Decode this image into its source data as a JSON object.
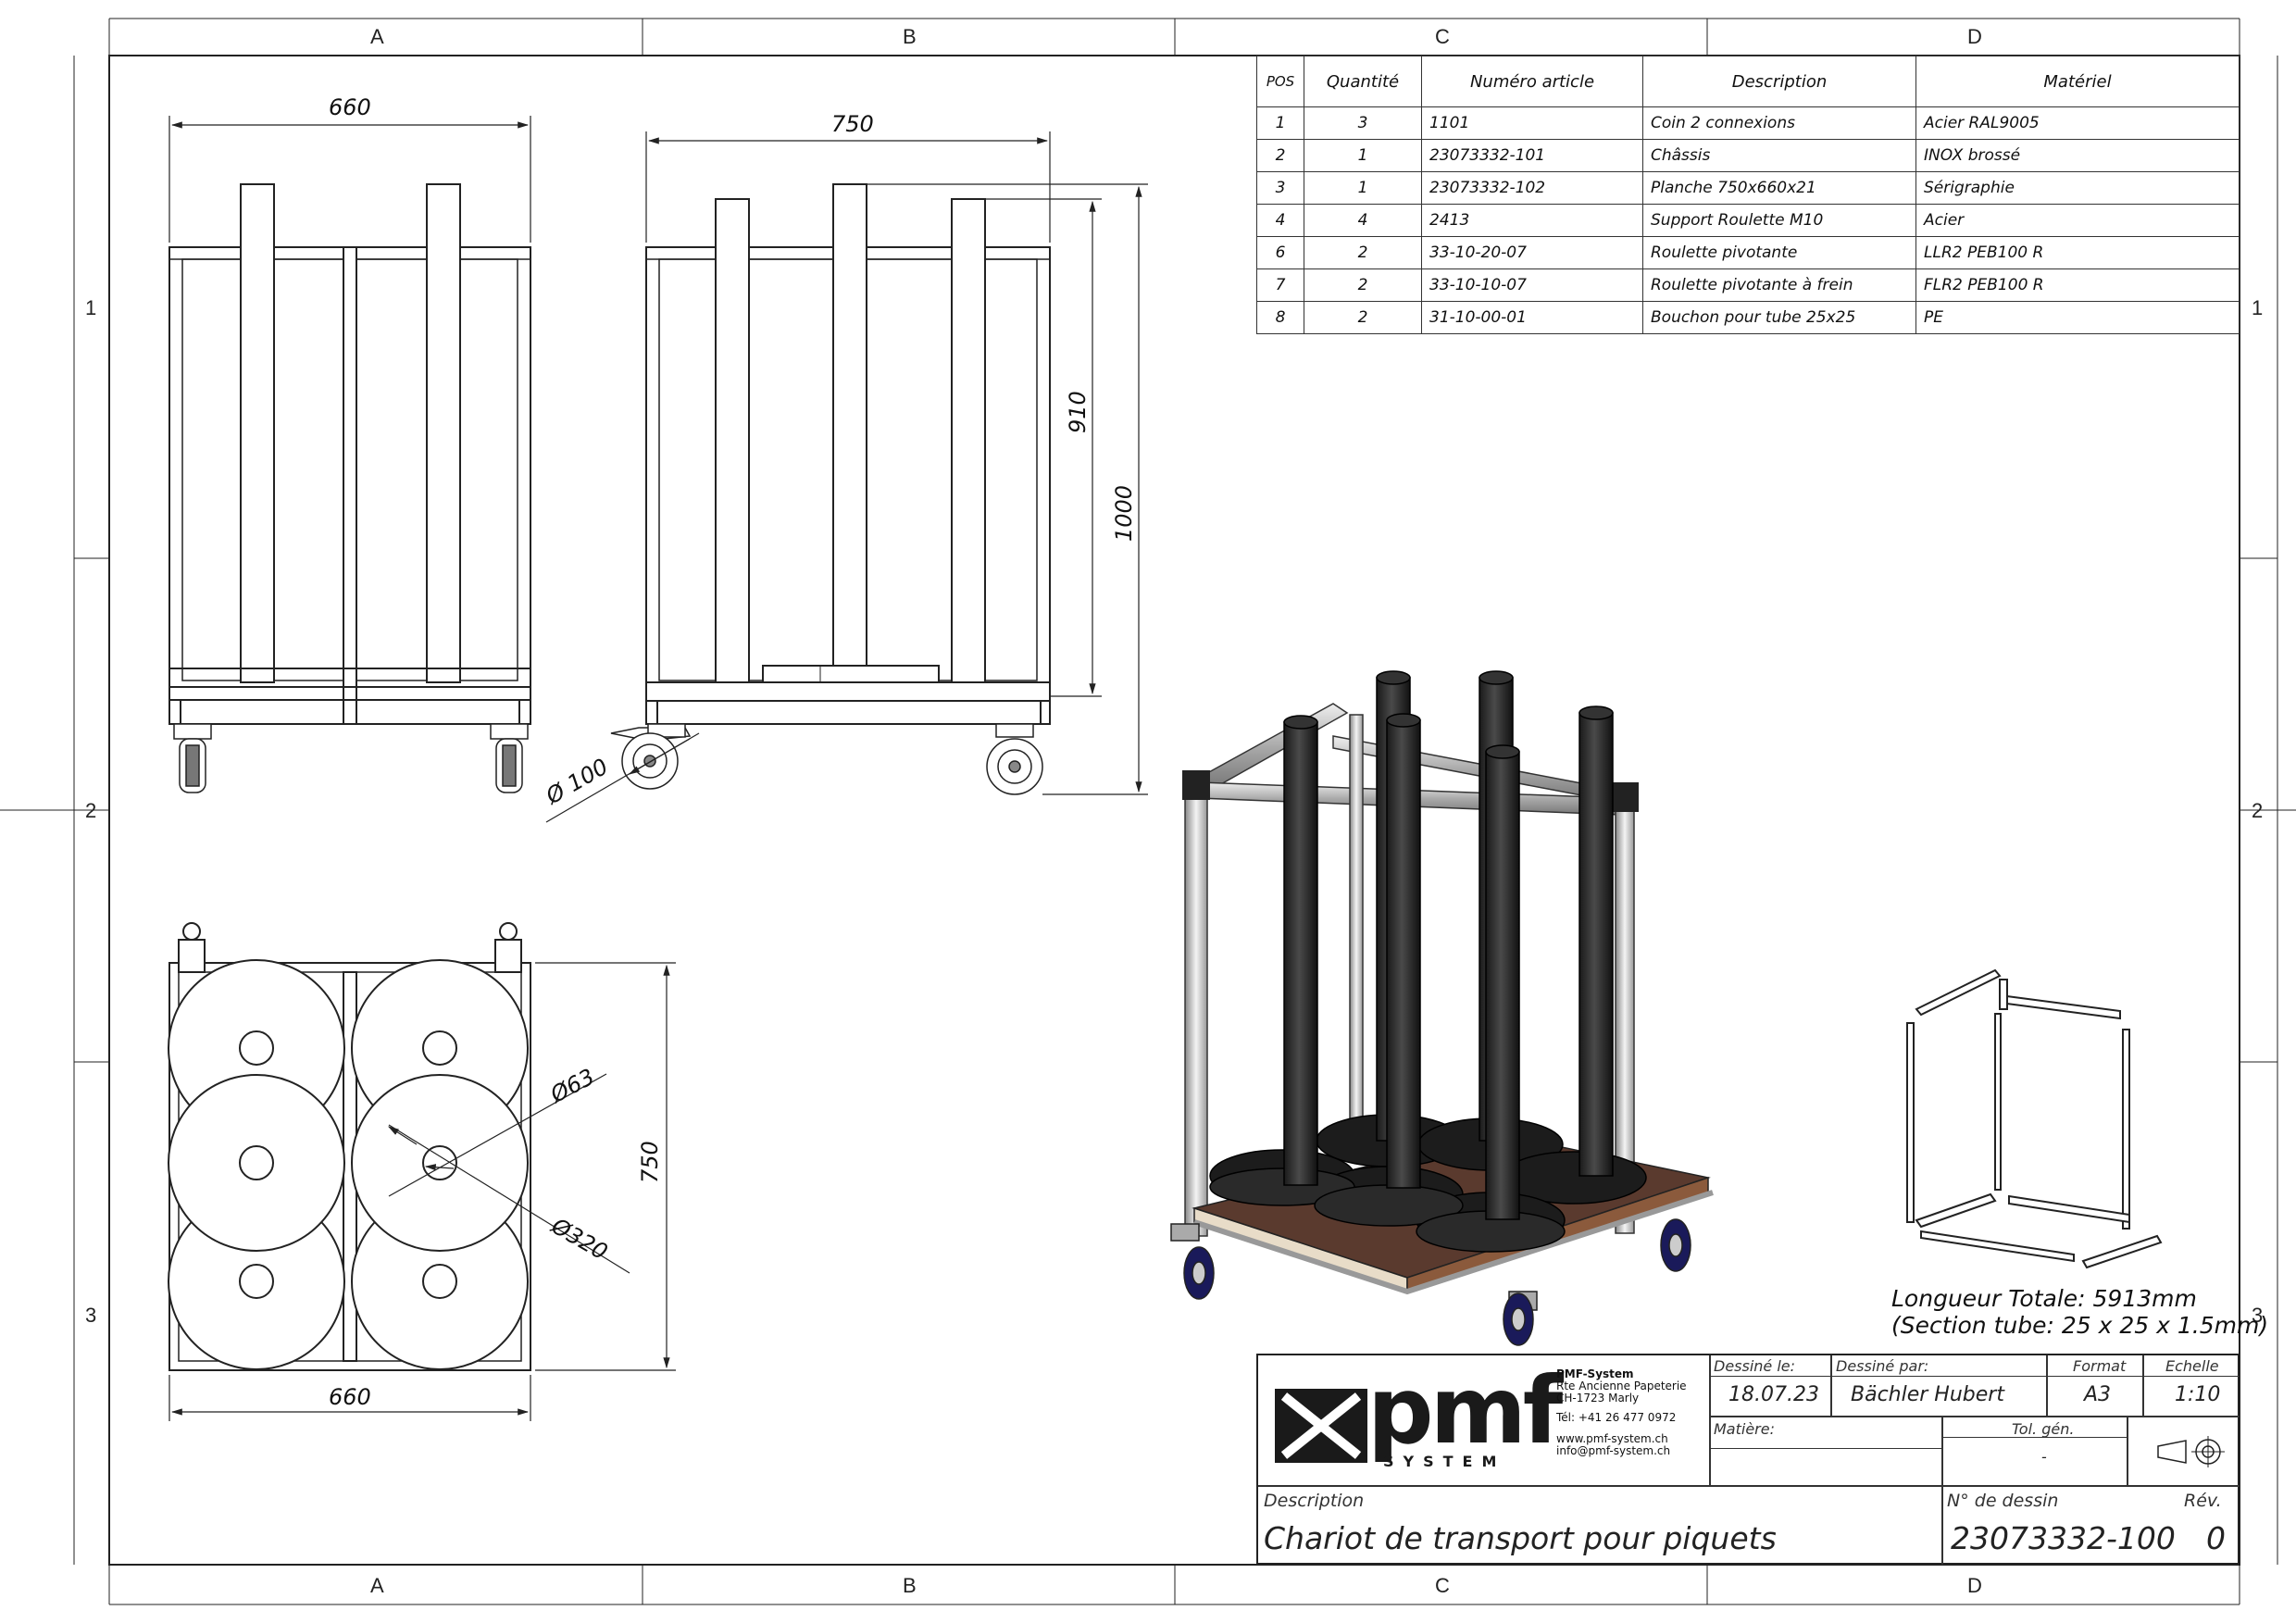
{
  "zones": {
    "columns": [
      "A",
      "B",
      "C",
      "D"
    ],
    "rows": [
      "1",
      "2",
      "3"
    ]
  },
  "bom": {
    "headers": [
      "POS",
      "Quantité",
      "Numéro article",
      "Description",
      "Matériel"
    ],
    "rows": [
      [
        "1",
        "3",
        "1101",
        "Coin 2 connexions",
        "Acier RAL9005"
      ],
      [
        "2",
        "1",
        "23073332-101",
        "Châssis",
        "INOX brossé"
      ],
      [
        "3",
        "1",
        "23073332-102",
        "Planche 750x660x21",
        "Sérigraphie"
      ],
      [
        "4",
        "4",
        "2413",
        "Support Roulette M10",
        "Acier"
      ],
      [
        "6",
        "2",
        "33-10-20-07",
        "Roulette pivotante",
        "LLR2 PEB100 R"
      ],
      [
        "7",
        "2",
        "33-10-10-07",
        "Roulette pivotante à frein",
        "FLR2 PEB100 R"
      ],
      [
        "8",
        "2",
        "31-10-00-01",
        "Bouchon pour tube 25x25",
        "PE"
      ]
    ]
  },
  "dimensions": {
    "front_width": "660",
    "side_width": "750",
    "side_height_inner": "910",
    "side_height_total": "1000",
    "wheel_diameter": "Ø 100",
    "top_depth": "750",
    "top_width": "660",
    "hole_diameter": "Ø63",
    "base_diameter": "Ø320"
  },
  "tube_note": {
    "line1": "Longueur Totale: 5913mm",
    "line2": "(Section tube: 25 x 25 x 1.5mm)"
  },
  "title_block": {
    "company": {
      "logo_text": "pmf",
      "logo_sub": "SYSTEM",
      "name": "PMF-System",
      "address1": "Rte Ancienne Papeterie",
      "address2": "CH-1723 Marly",
      "phone": "Tél:  +41 26 477 0972",
      "web": "www.pmf-system.ch",
      "email": "info@pmf-system.ch"
    },
    "drawn_on_label": "Dessiné le:",
    "drawn_on": "18.07.23",
    "drawn_by_label": "Dessiné par:",
    "drawn_by": "Bächler Hubert",
    "format_label": "Format",
    "format": "A3",
    "scale_label": "Echelle",
    "scale": "1:10",
    "material_label": "Matière:",
    "tolerance_label": "Tol. gén.",
    "tolerance": "-",
    "description_label": "Description",
    "description": "Chariot de transport pour piquets",
    "drawing_no_label": "N° de dessin",
    "drawing_no": "23073332-100",
    "revision_label": "Rév.",
    "revision": "0"
  }
}
